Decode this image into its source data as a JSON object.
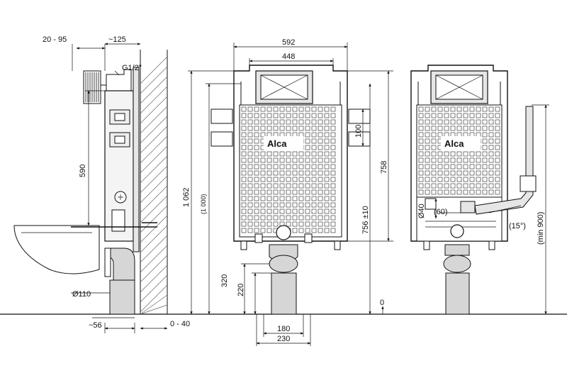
{
  "brand": "Alca",
  "left_view": {
    "dims": {
      "top_range": "20 - 95",
      "top_offset": "~125",
      "thread": "G1/2\"",
      "height_590": "590",
      "pipe_dia": "Ø110",
      "bottom_56": "~56",
      "bottom_range": "0 - 40"
    }
  },
  "front_view": {
    "dims": {
      "width_592": "592",
      "width_448": "448",
      "height_1062": "1 062",
      "height_1000": "(1 000)",
      "spacing_100": "100",
      "height_758": "758",
      "height_756": "756 ±10",
      "height_320": "320",
      "height_220": "220",
      "width_180": "180",
      "width_230": "230"
    }
  },
  "right_view": {
    "dims": {
      "zero": "0",
      "dia_40": "Ø40",
      "dist_60": "(60)",
      "angle_15": "(15°)",
      "min_900": "(min 900)"
    }
  }
}
